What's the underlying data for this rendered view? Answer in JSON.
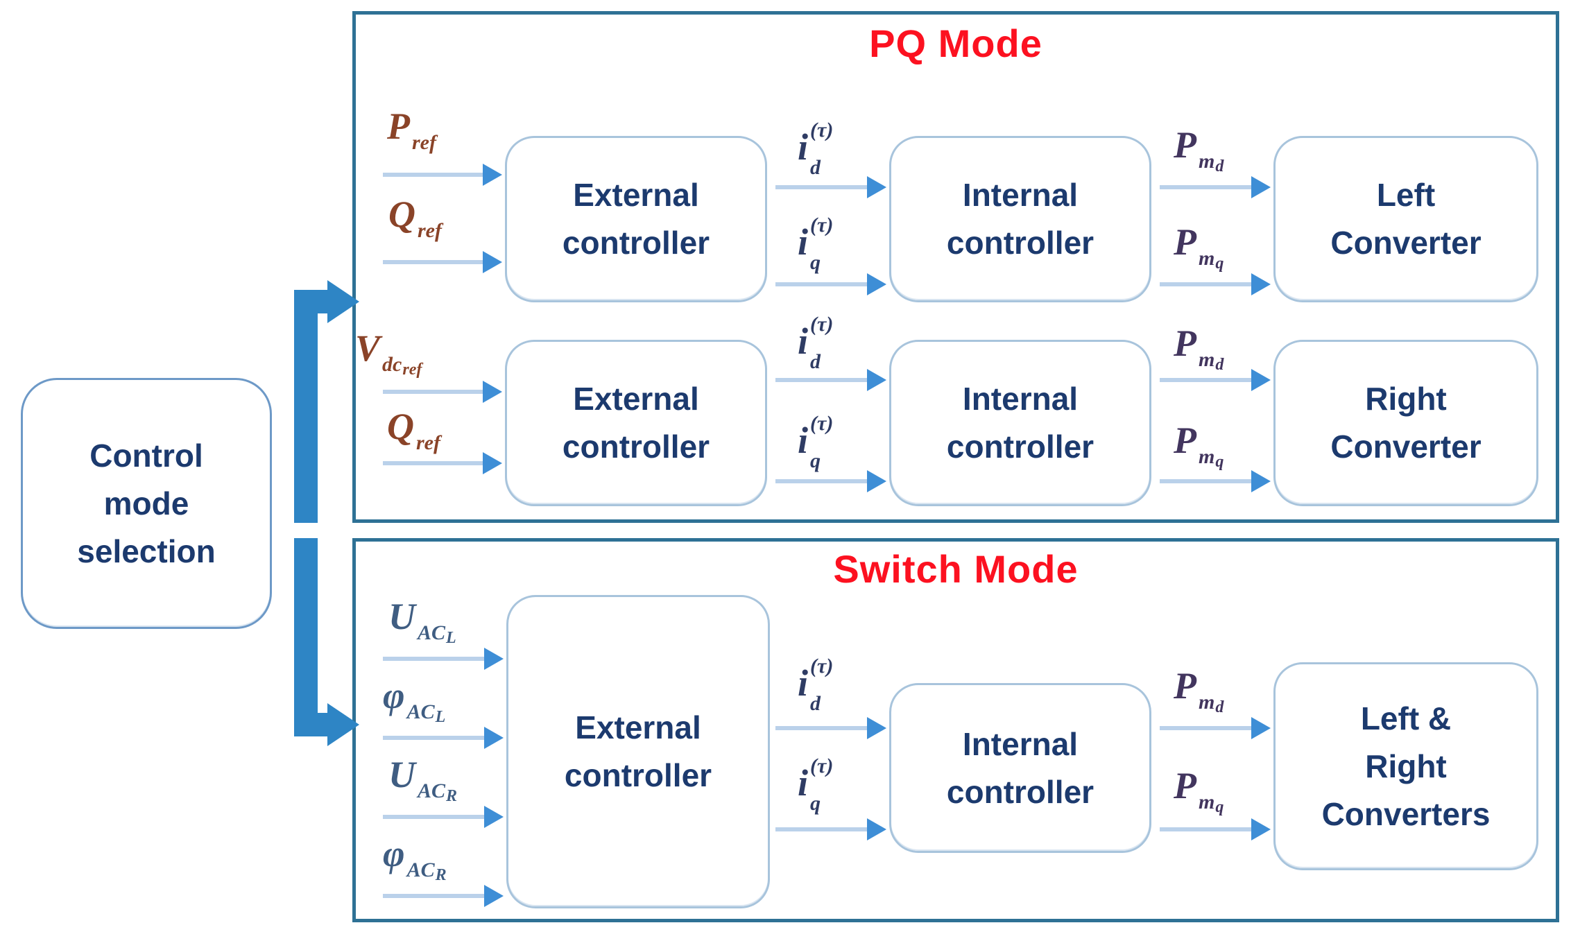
{
  "colors": {
    "background": "#ffffff",
    "outer_border": "#2e7195",
    "inner_border": "#a8c4dc",
    "control_border": "#6d99c7",
    "block_text": "#1c3a6e",
    "title_red": "#fc1120",
    "arrow_line": "#bad1ea",
    "arrow_head": "#3e8ed6",
    "selector": "#2e85c5"
  },
  "control": {
    "label": "Control\nmode\nselection"
  },
  "pq": {
    "title": "PQ Mode",
    "rows": [
      {
        "in1": {
          "base": "P",
          "sup": "",
          "sub": "ref",
          "sub2": "",
          "color": "#8a4328"
        },
        "in2": {
          "base": "Q",
          "sup": "",
          "sub": "ref",
          "sub2": "",
          "color": "#8a4328"
        },
        "ext": "External\ncontroller",
        "mid1": {
          "base": "i",
          "sup": "(τ)",
          "sub": "d",
          "sub2": "",
          "color": "#2f3c64"
        },
        "mid2": {
          "base": "i",
          "sup": "(τ)",
          "sub": "q",
          "sub2": "",
          "color": "#2f3c64"
        },
        "int": "Internal\ncontroller",
        "out1": {
          "base": "P",
          "sup": "",
          "sub": "m",
          "sub2": "d",
          "color": "#42355e"
        },
        "out2": {
          "base": "P",
          "sup": "",
          "sub": "m",
          "sub2": "q",
          "color": "#42355e"
        },
        "conv": "Left\nConverter"
      },
      {
        "in1": {
          "base": "V",
          "sup": "",
          "sub": "dc",
          "sub2": "ref",
          "color": "#8a4328"
        },
        "in2": {
          "base": "Q",
          "sup": "",
          "sub": "ref",
          "sub2": "",
          "color": "#8a4328"
        },
        "ext": "External\ncontroller",
        "mid1": {
          "base": "i",
          "sup": "(τ)",
          "sub": "d",
          "sub2": "",
          "color": "#2f3c64"
        },
        "mid2": {
          "base": "i",
          "sup": "(τ)",
          "sub": "q",
          "sub2": "",
          "color": "#2f3c64"
        },
        "int": "Internal\ncontroller",
        "out1": {
          "base": "P",
          "sup": "",
          "sub": "m",
          "sub2": "d",
          "color": "#42355e"
        },
        "out2": {
          "base": "P",
          "sup": "",
          "sub": "m",
          "sub2": "q",
          "color": "#42355e"
        },
        "conv": "Right\nConverter"
      }
    ]
  },
  "switch": {
    "title": "Switch Mode",
    "in1": {
      "base": "U",
      "sup": "",
      "sub": "AC",
      "sub2": "L",
      "color": "#3f5d82"
    },
    "in2": {
      "base": "φ",
      "sup": "",
      "sub": "AC",
      "sub2": "L",
      "color": "#3f5d82"
    },
    "in3": {
      "base": "U",
      "sup": "",
      "sub": "AC",
      "sub2": "R",
      "color": "#3f5d82"
    },
    "in4": {
      "base": "φ",
      "sup": "",
      "sub": "AC",
      "sub2": "R",
      "color": "#3f5d82"
    },
    "ext": "External\ncontroller",
    "mid1": {
      "base": "i",
      "sup": "(τ)",
      "sub": "d",
      "sub2": "",
      "color": "#2f3c64"
    },
    "mid2": {
      "base": "i",
      "sup": "(τ)",
      "sub": "q",
      "sub2": "",
      "color": "#2f3c64"
    },
    "int": "Internal\ncontroller",
    "out1": {
      "base": "P",
      "sup": "",
      "sub": "m",
      "sub2": "d",
      "color": "#42355e"
    },
    "out2": {
      "base": "P",
      "sup": "",
      "sub": "m",
      "sub2": "q",
      "color": "#42355e"
    },
    "conv": "Left &\nRight\nConverters"
  }
}
